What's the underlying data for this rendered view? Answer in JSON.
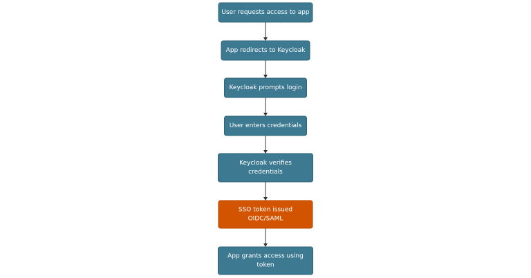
{
  "diagram": {
    "type": "flowchart",
    "direction": "top-down",
    "colors": {
      "node_fill": "#3d7a91",
      "node_stroke": "#2f6578",
      "highlight_fill": "#d35400",
      "highlight_stroke": "#b34700",
      "text": "#ffffff",
      "edge": "#333333"
    },
    "nodes": [
      {
        "id": "request",
        "lines": [
          "User requests access to app"
        ],
        "highlight": false
      },
      {
        "id": "redirect",
        "lines": [
          "App redirects to Keycloak"
        ],
        "highlight": false
      },
      {
        "id": "prompt",
        "lines": [
          "Keycloak prompts login"
        ],
        "highlight": false
      },
      {
        "id": "credentials",
        "lines": [
          "User enters credentials"
        ],
        "highlight": false
      },
      {
        "id": "verify",
        "lines": [
          "Keycloak verifies",
          "credentials"
        ],
        "highlight": false
      },
      {
        "id": "token",
        "lines": [
          "SSO token issued",
          "OIDC/SAML"
        ],
        "highlight": true
      },
      {
        "id": "grant",
        "lines": [
          "App grants access using",
          "token"
        ],
        "highlight": false
      }
    ],
    "edges": [
      {
        "from": "request",
        "to": "redirect"
      },
      {
        "from": "redirect",
        "to": "prompt"
      },
      {
        "from": "prompt",
        "to": "credentials"
      },
      {
        "from": "credentials",
        "to": "verify"
      },
      {
        "from": "verify",
        "to": "token"
      },
      {
        "from": "token",
        "to": "grant"
      }
    ]
  }
}
